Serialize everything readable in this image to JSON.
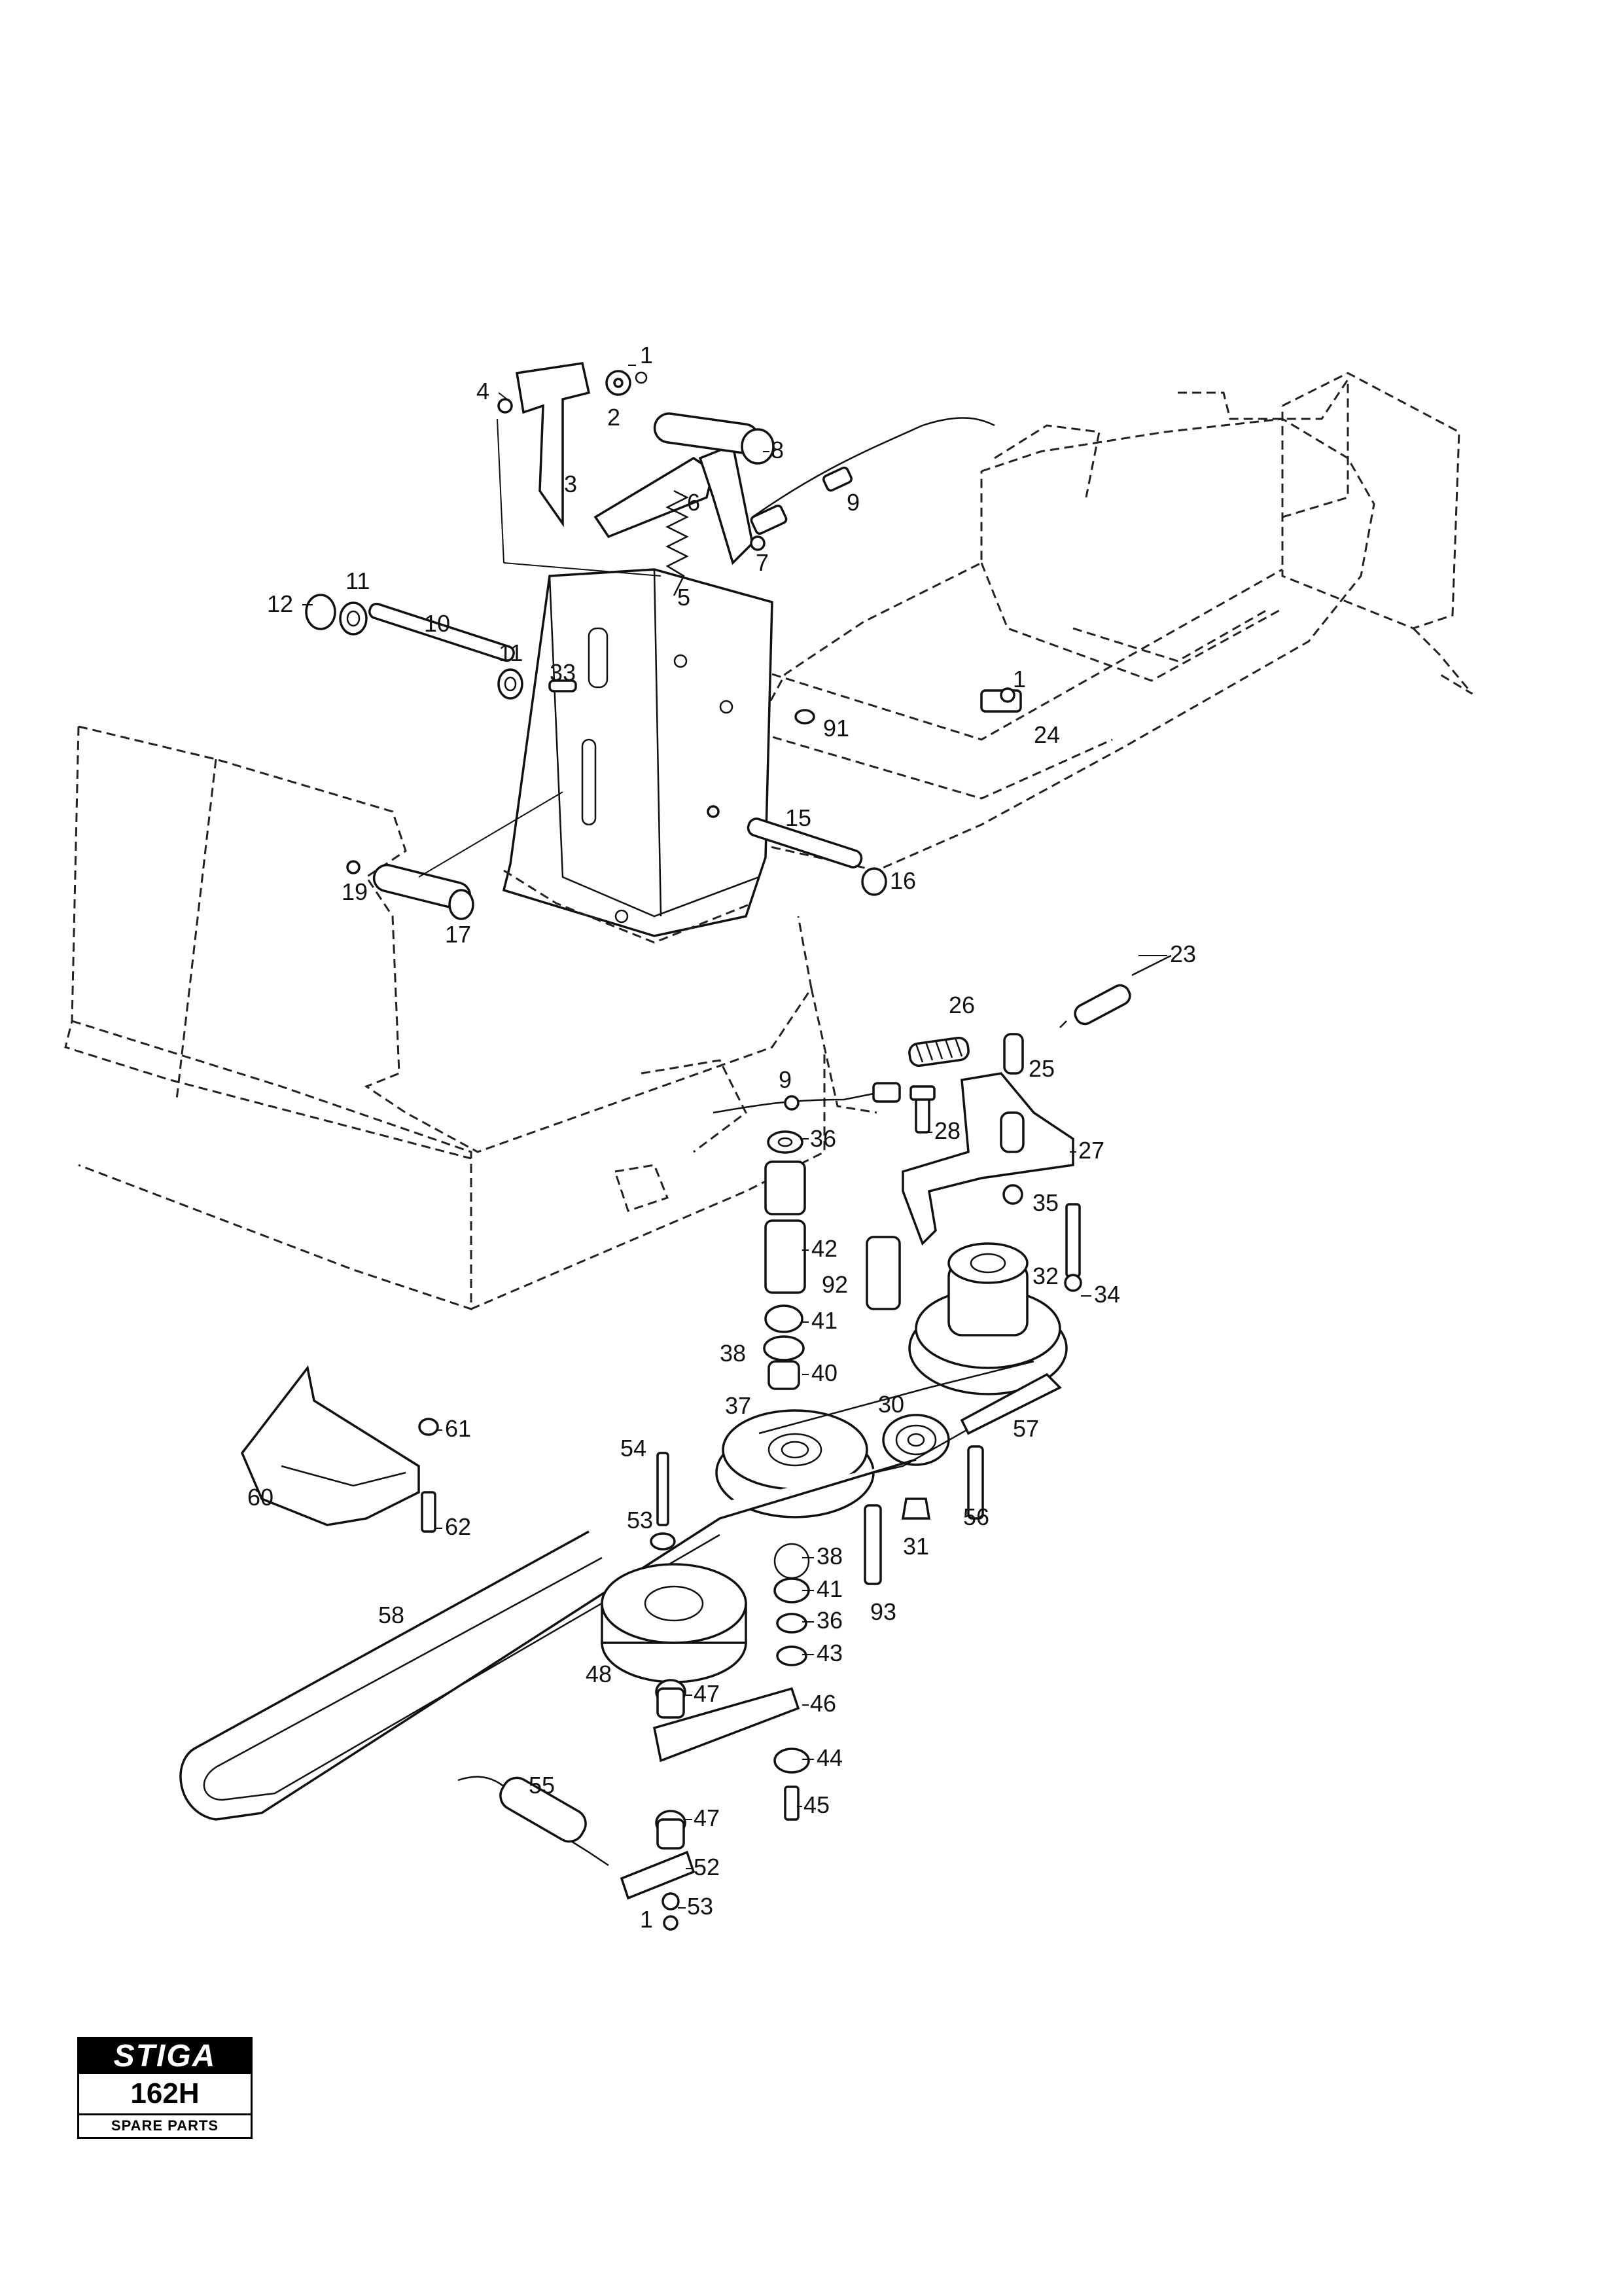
{
  "logo": {
    "brand": "STIGA",
    "model": "162H",
    "subtitle": "SPARE PARTS"
  },
  "part_labels": {
    "p1a": "1",
    "p2": "2",
    "p3": "3",
    "p4": "4",
    "p5": "5",
    "p6": "6",
    "p7": "7",
    "p8": "8",
    "p9a": "9",
    "p10": "10",
    "p11a": "11",
    "p11b": "11",
    "p12": "12",
    "p33": "33",
    "p1b": "1",
    "p24": "24",
    "p91": "91",
    "p15": "15",
    "p16": "16",
    "p17": "17",
    "p19": "19",
    "p23": "23",
    "p26": "26",
    "p25": "25",
    "p9b": "9",
    "p36a": "36",
    "p28": "28",
    "p27": "27",
    "p35": "35",
    "p42": "42",
    "p92": "92",
    "p32": "32",
    "p34": "34",
    "p41a": "41",
    "p38a": "38",
    "p40": "40",
    "p37": "37",
    "p30": "30",
    "p57": "57",
    "p61": "61",
    "p54": "54",
    "p60": "60",
    "p62": "62",
    "p53a": "53",
    "p56": "56",
    "p31": "31",
    "p38b": "38",
    "p41b": "41",
    "p93": "93",
    "p58": "58",
    "p36b": "36",
    "p43": "43",
    "p48": "48",
    "p47a": "47",
    "p46": "46",
    "p44": "44",
    "p55": "55",
    "p45": "45",
    "p47b": "47",
    "p52": "52",
    "p1c": "1",
    "p53b": "53"
  }
}
